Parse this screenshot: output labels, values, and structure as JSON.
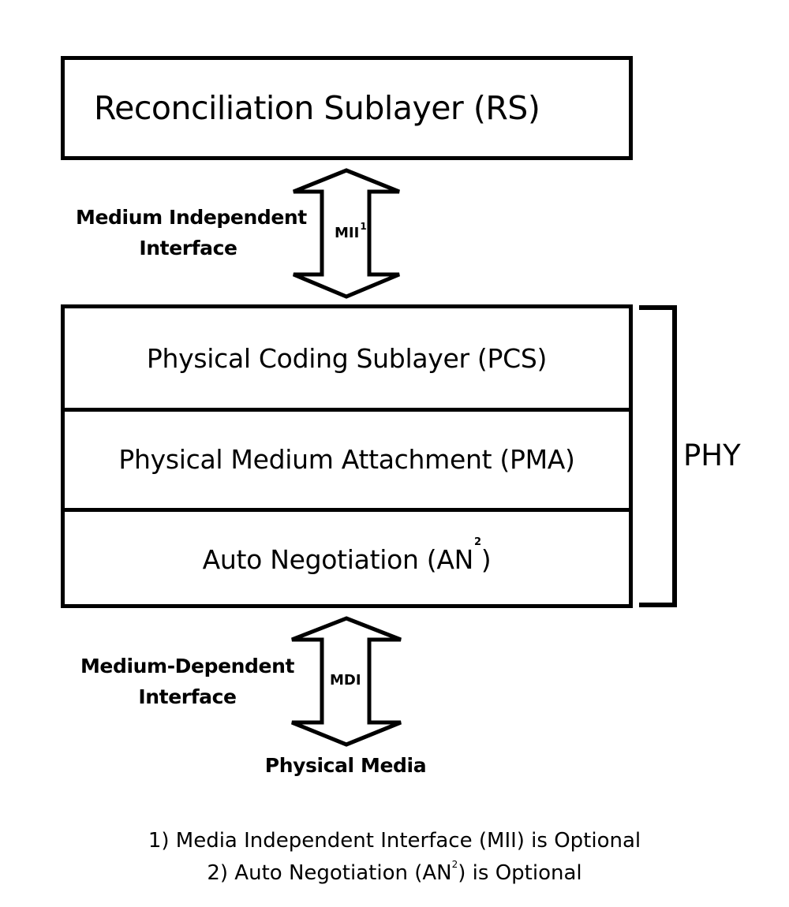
{
  "reconciliation": {
    "title": "Reconciliation Sublayer (RS)"
  },
  "upper_interface": {
    "label_line1": "Medium Independent",
    "label_line2": "Interface",
    "arrow_label": "MII",
    "arrow_sup": "1"
  },
  "phy_stack": {
    "pcs": "Physical Coding Sublayer (PCS)",
    "pma": "Physical Medium Attachment (PMA)",
    "an_text": "Auto Negotiation (AN",
    "an_sup": "2",
    "an_close": ")",
    "bracket_label": "PHY"
  },
  "lower_interface": {
    "label_line1": "Medium-Dependent",
    "label_line2": "Interface",
    "arrow_label": "MDI"
  },
  "physical_media": "Physical Media",
  "notes": {
    "note1": "1) Media Independent Interface (MII) is Optional",
    "note2_text": "2) Auto Negotiation (AN",
    "note2_sup": "2",
    "note2_close": ") is Optional"
  }
}
